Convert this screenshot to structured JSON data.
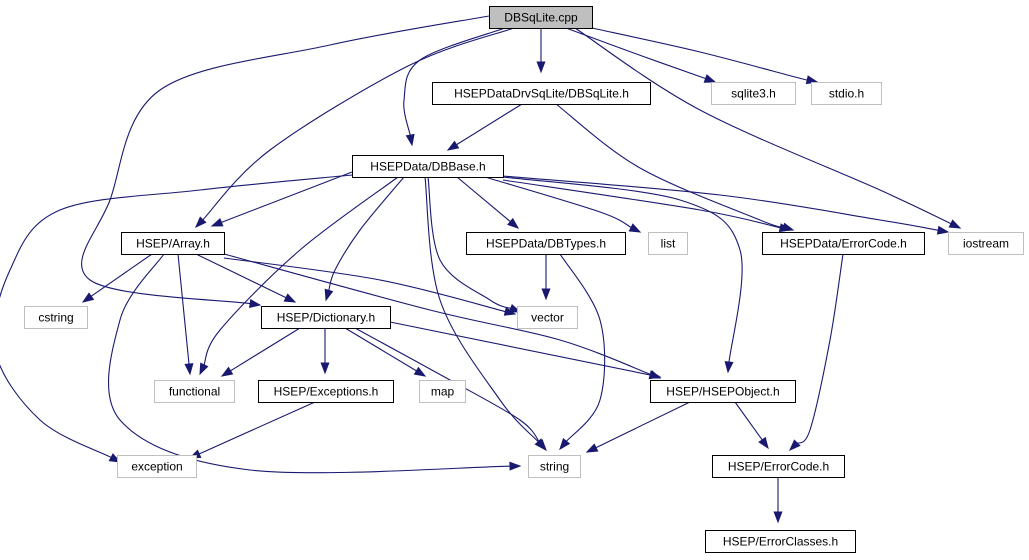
{
  "graph": {
    "nodes": {
      "dbsqlite_cpp": {
        "label": "DBSqLite.cpp",
        "kind": "root"
      },
      "drv_dbsqlite_h": {
        "label": "HSEPDataDrvSqLite/DBSqLite.h",
        "kind": "local"
      },
      "sqlite3_h": {
        "label": "sqlite3.h",
        "kind": "system"
      },
      "stdio_h": {
        "label": "stdio.h",
        "kind": "system"
      },
      "dbbase_h": {
        "label": "HSEPData/DBBase.h",
        "kind": "local"
      },
      "array_h": {
        "label": "HSEP/Array.h",
        "kind": "local"
      },
      "dbtypes_h": {
        "label": "HSEPData/DBTypes.h",
        "kind": "local"
      },
      "list": {
        "label": "list",
        "kind": "system"
      },
      "data_errorcode_h": {
        "label": "HSEPData/ErrorCode.h",
        "kind": "local"
      },
      "iostream": {
        "label": "iostream",
        "kind": "system"
      },
      "cstring": {
        "label": "cstring",
        "kind": "system"
      },
      "dictionary_h": {
        "label": "HSEP/Dictionary.h",
        "kind": "local"
      },
      "vector": {
        "label": "vector",
        "kind": "system"
      },
      "functional": {
        "label": "functional",
        "kind": "system"
      },
      "exceptions_h": {
        "label": "HSEP/Exceptions.h",
        "kind": "local"
      },
      "map": {
        "label": "map",
        "kind": "system"
      },
      "hsepobject_h": {
        "label": "HSEP/HSEPObject.h",
        "kind": "local"
      },
      "exception": {
        "label": "exception",
        "kind": "system"
      },
      "string": {
        "label": "string",
        "kind": "system"
      },
      "hsep_errorcode_h": {
        "label": "HSEP/ErrorCode.h",
        "kind": "local"
      },
      "errorclasses_h": {
        "label": "HSEP/ErrorClasses.h",
        "kind": "local"
      }
    },
    "edges": [
      [
        "dbsqlite_cpp",
        "drv_dbsqlite_h"
      ],
      [
        "dbsqlite_cpp",
        "sqlite3_h"
      ],
      [
        "dbsqlite_cpp",
        "stdio_h"
      ],
      [
        "dbsqlite_cpp",
        "iostream"
      ],
      [
        "dbsqlite_cpp",
        "dbbase_h"
      ],
      [
        "dbsqlite_cpp",
        "array_h"
      ],
      [
        "dbsqlite_cpp",
        "dictionary_h"
      ],
      [
        "drv_dbsqlite_h",
        "dbbase_h"
      ],
      [
        "drv_dbsqlite_h",
        "data_errorcode_h"
      ],
      [
        "dbbase_h",
        "array_h"
      ],
      [
        "dbbase_h",
        "dbtypes_h"
      ],
      [
        "dbbase_h",
        "list"
      ],
      [
        "dbbase_h",
        "data_errorcode_h"
      ],
      [
        "dbbase_h",
        "iostream"
      ],
      [
        "dbbase_h",
        "dictionary_h"
      ],
      [
        "dbbase_h",
        "vector"
      ],
      [
        "dbbase_h",
        "functional"
      ],
      [
        "dbbase_h",
        "string"
      ],
      [
        "dbbase_h",
        "hsepobject_h"
      ],
      [
        "dbbase_h",
        "exception"
      ],
      [
        "array_h",
        "cstring"
      ],
      [
        "array_h",
        "functional"
      ],
      [
        "array_h",
        "dictionary_h"
      ],
      [
        "array_h",
        "vector"
      ],
      [
        "array_h",
        "hsepobject_h"
      ],
      [
        "array_h",
        "string"
      ],
      [
        "dbtypes_h",
        "vector"
      ],
      [
        "dbtypes_h",
        "string"
      ],
      [
        "data_errorcode_h",
        "hsep_errorcode_h"
      ],
      [
        "dictionary_h",
        "functional"
      ],
      [
        "dictionary_h",
        "exceptions_h"
      ],
      [
        "dictionary_h",
        "map"
      ],
      [
        "dictionary_h",
        "string"
      ],
      [
        "dictionary_h",
        "hsepobject_h"
      ],
      [
        "exceptions_h",
        "exception"
      ],
      [
        "hsepobject_h",
        "string"
      ],
      [
        "hsepobject_h",
        "hsep_errorcode_h"
      ],
      [
        "hsep_errorcode_h",
        "errorclasses_h"
      ]
    ]
  }
}
